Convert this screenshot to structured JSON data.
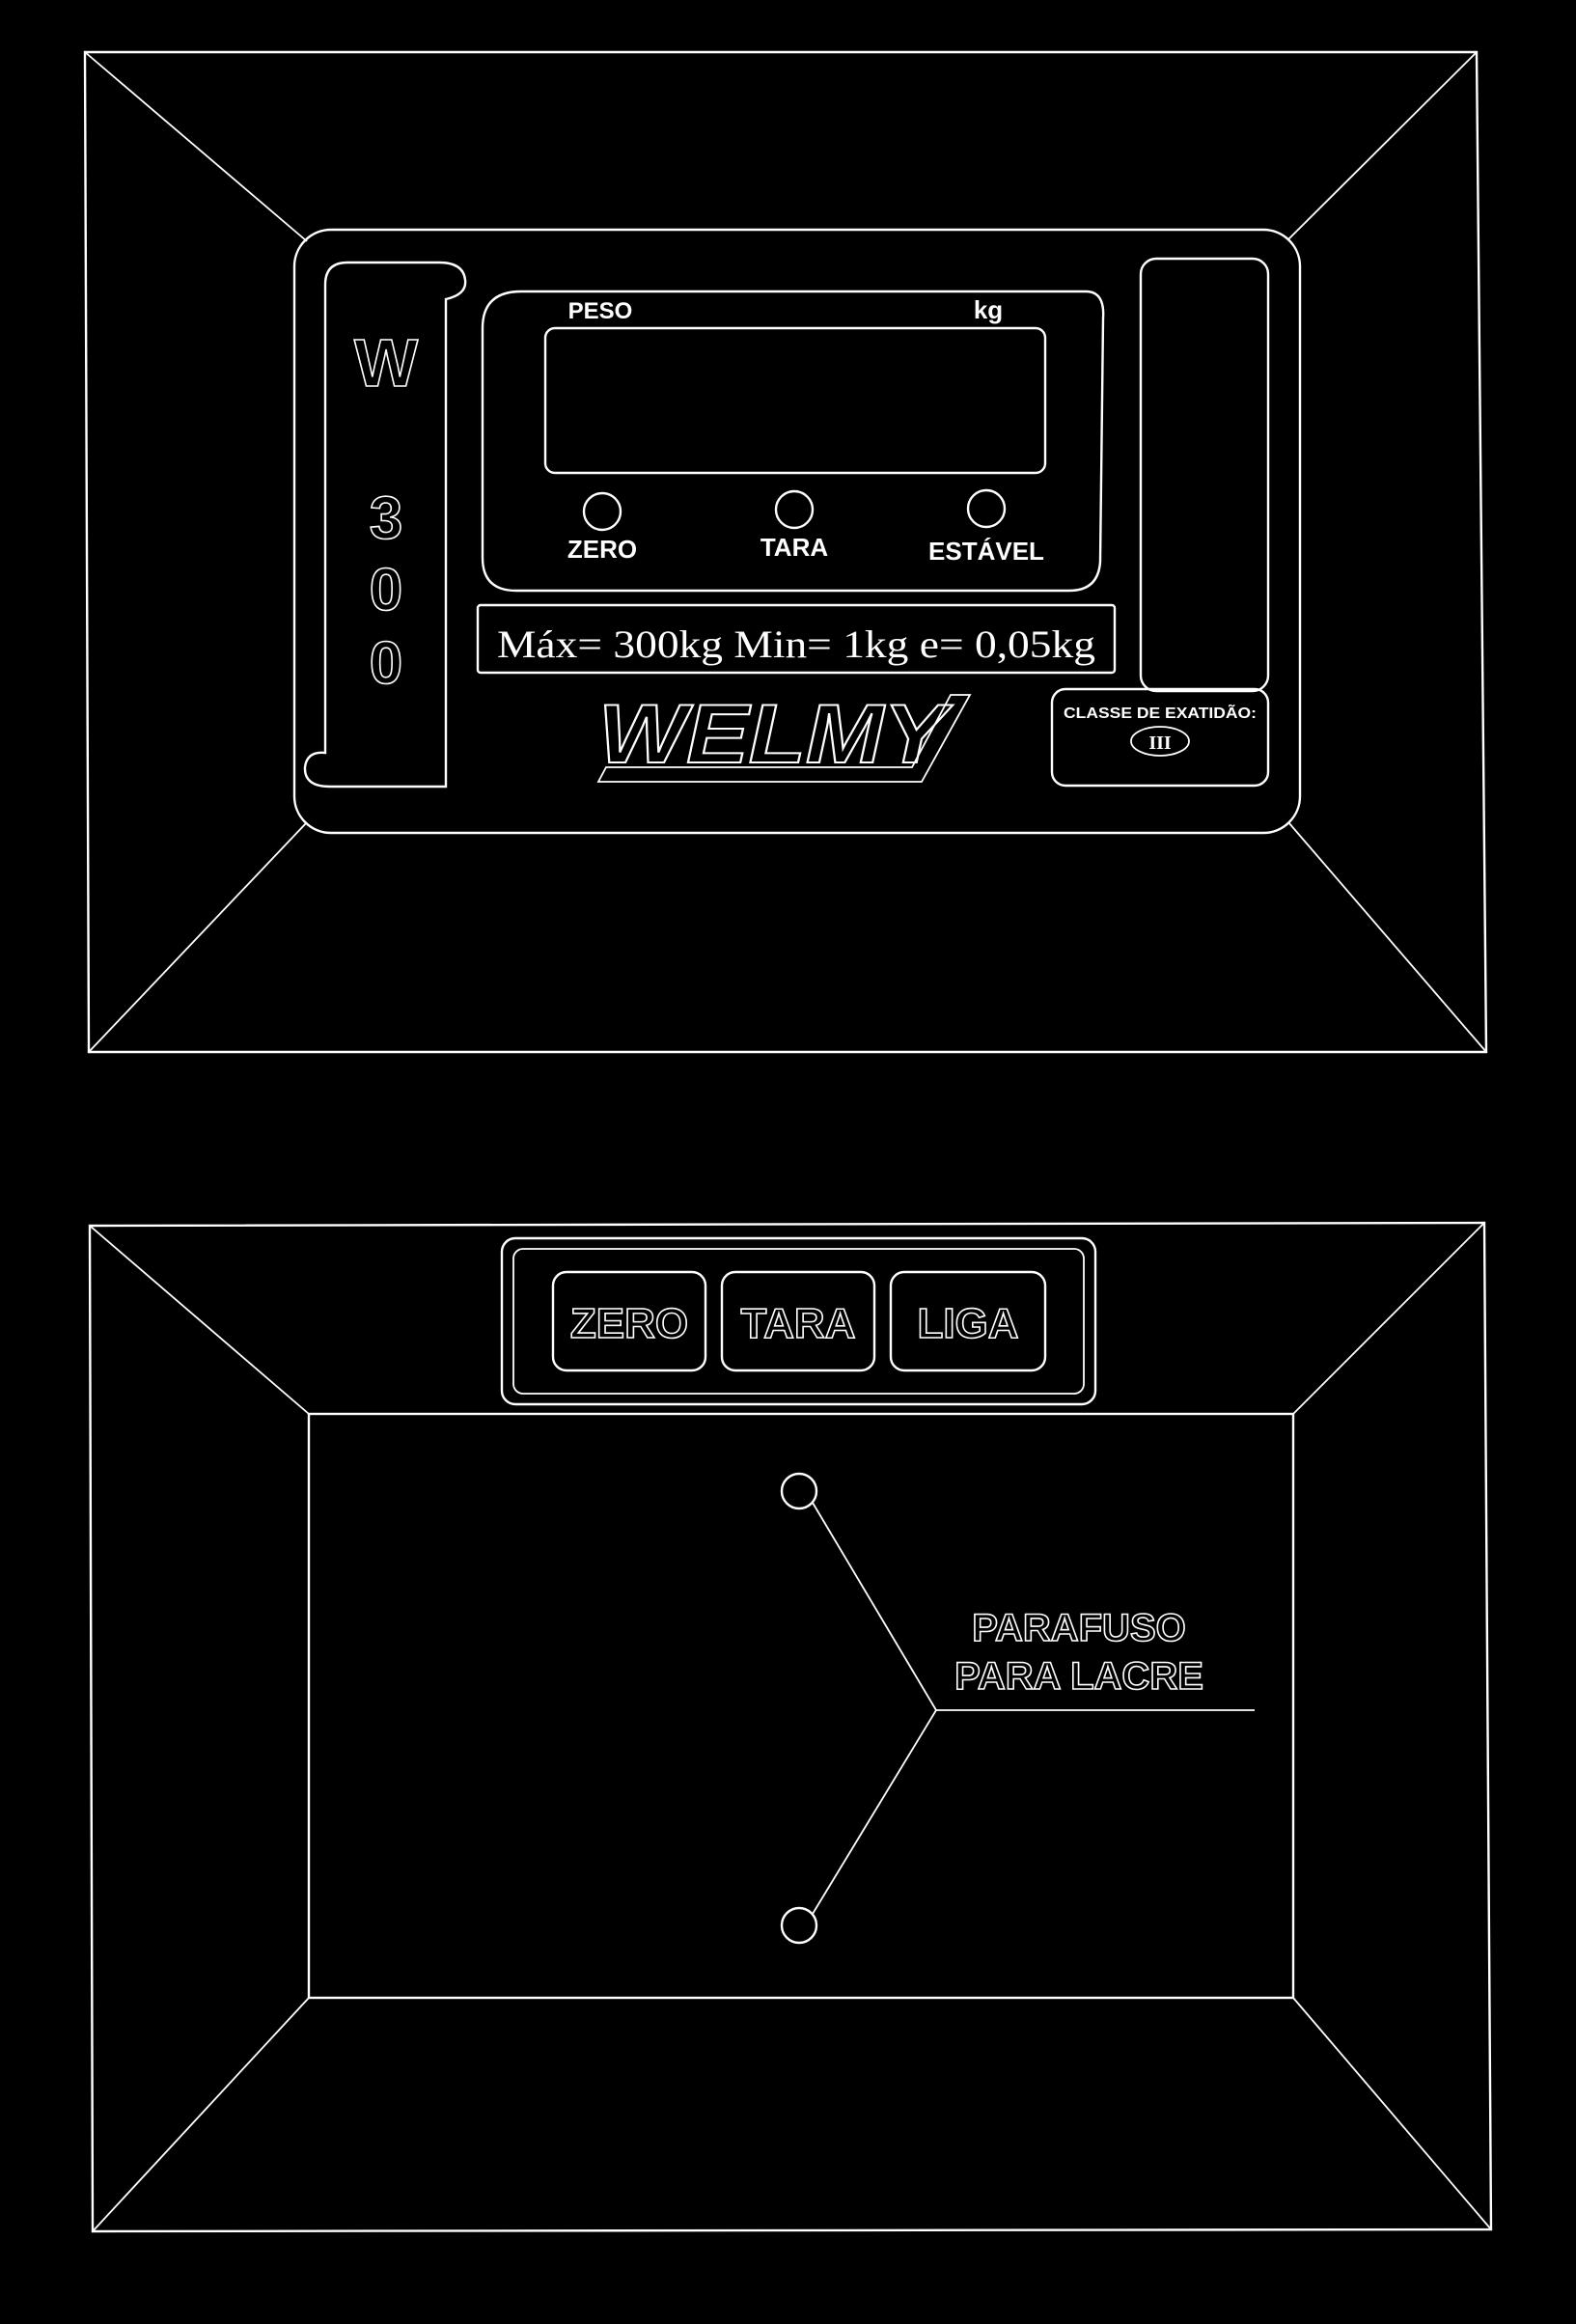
{
  "front_view": {
    "model_letter": "W",
    "model_digits": [
      "3",
      "0",
      "0"
    ],
    "display": {
      "weight_label": "PESO",
      "unit_label": "kg"
    },
    "indicators": [
      {
        "label": "ZERO"
      },
      {
        "label": "TARA"
      },
      {
        "label": "ESTÁVEL"
      }
    ],
    "capacity_plate": "Máx= 300kg  Min= 1kg  e= 0,05kg",
    "brand_logo": "WELMY",
    "accuracy_class": {
      "label": "CLASSE DE EXATIDÃO:",
      "value": "III"
    }
  },
  "back_view": {
    "buttons": [
      {
        "label": "ZERO"
      },
      {
        "label": "TARA"
      },
      {
        "label": "LIGA"
      }
    ],
    "callout": {
      "line1": "PARAFUSO",
      "line2": "PARA LACRE"
    }
  },
  "colors": {
    "background": "#000000",
    "line": "#ffffff"
  }
}
